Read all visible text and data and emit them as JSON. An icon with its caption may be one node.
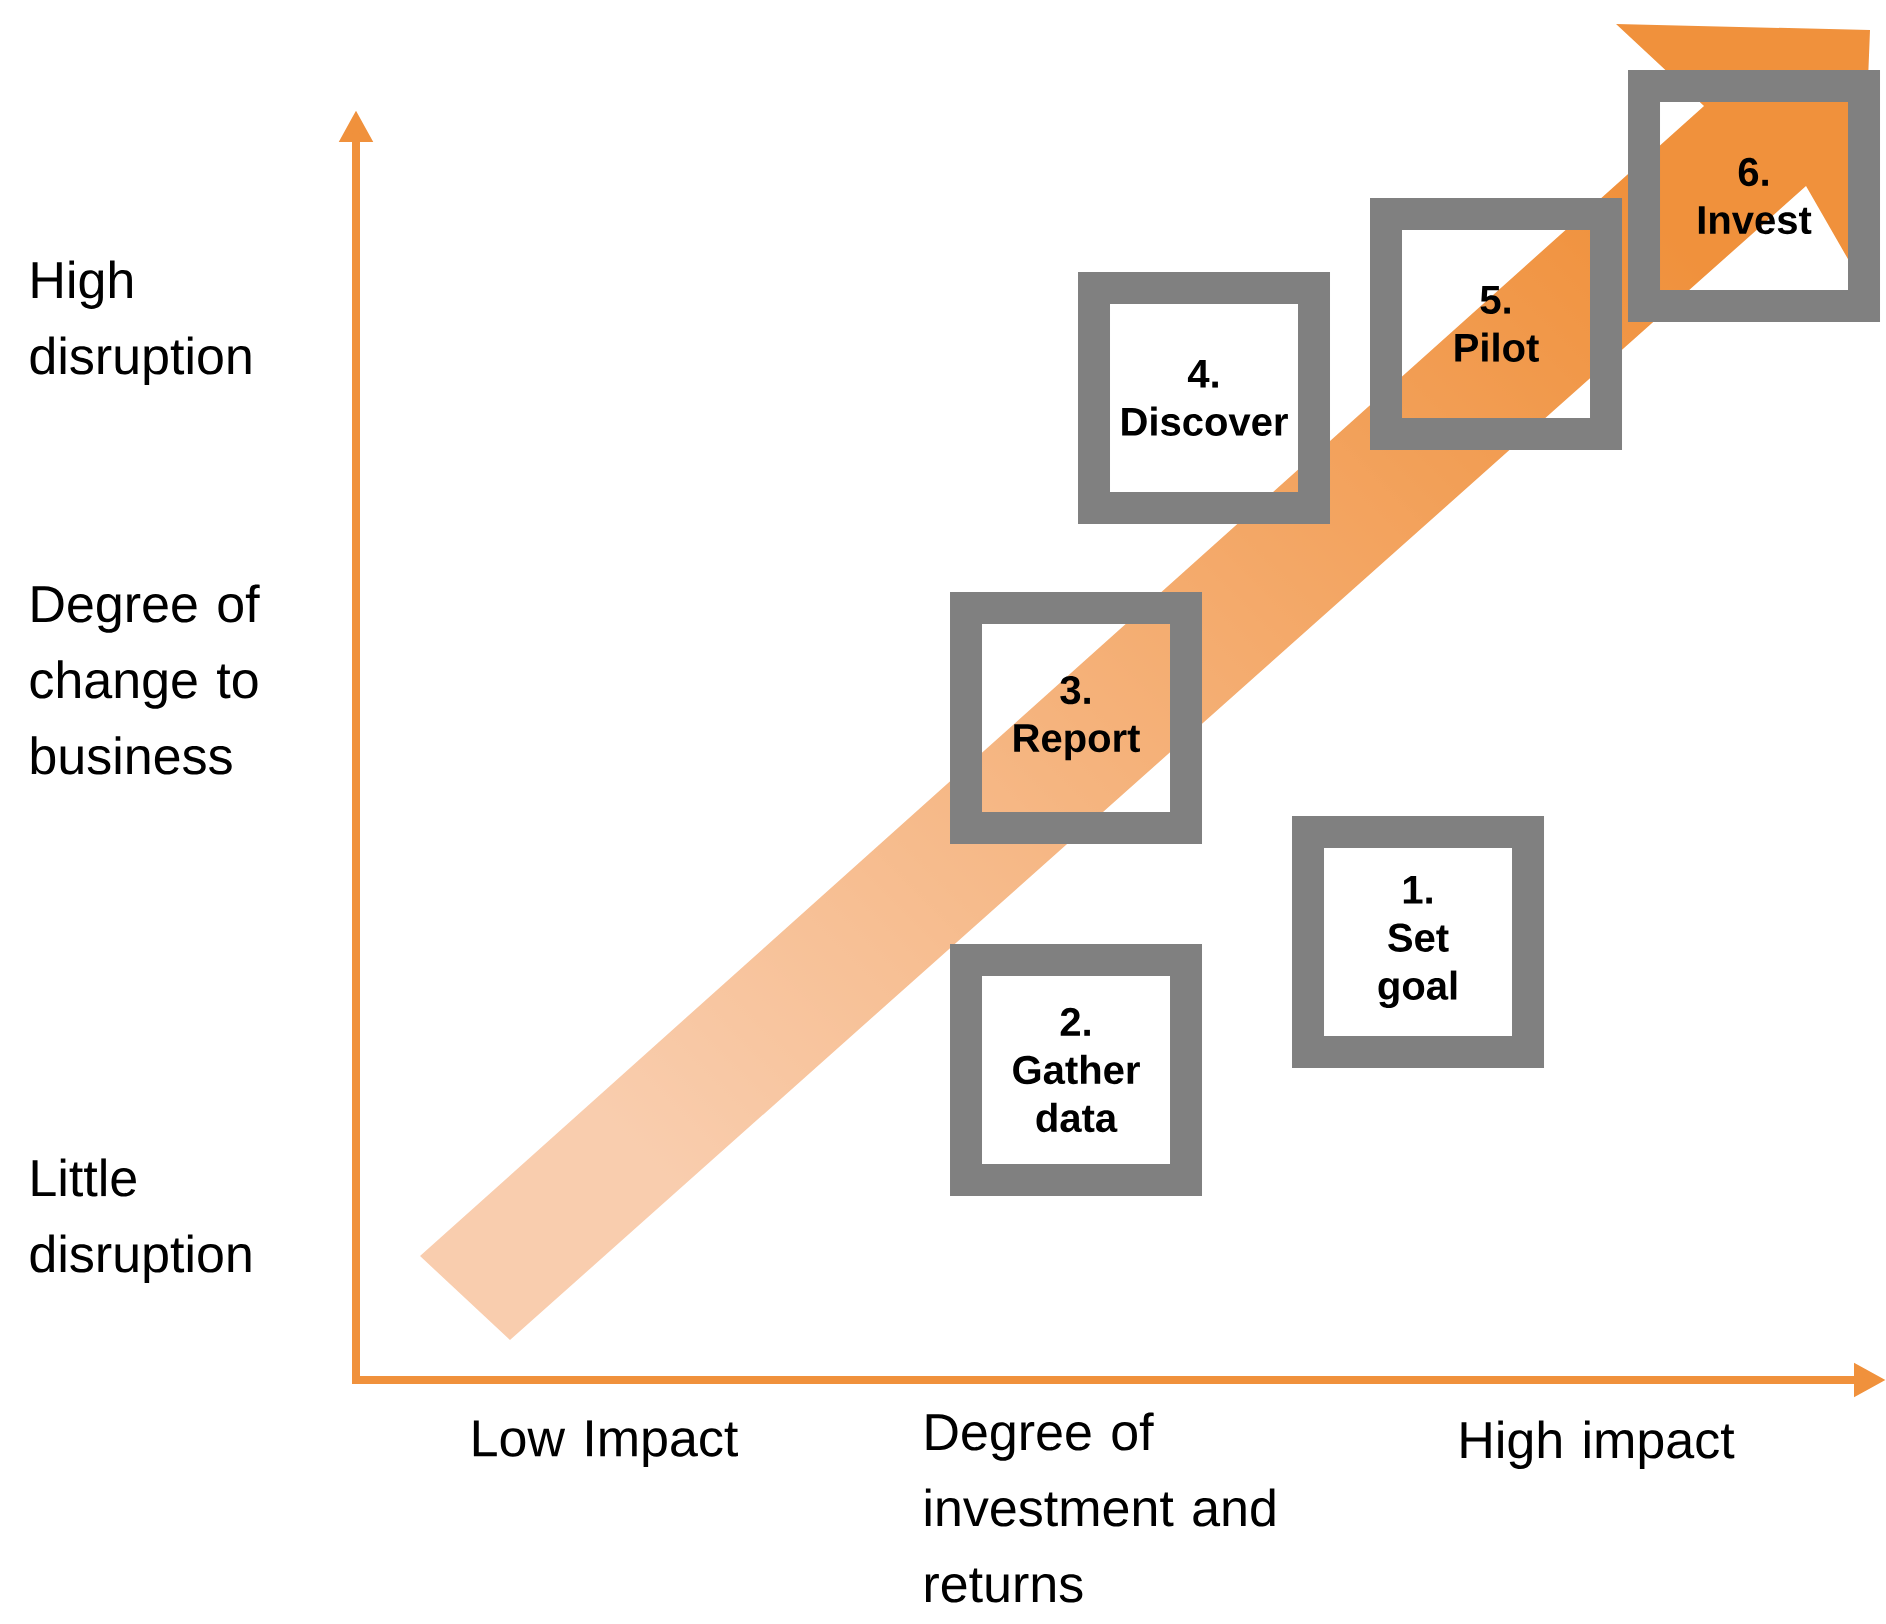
{
  "diagram": {
    "nodes": [
      {
        "text": [
          "1. Set goal"
        ]
      },
      {
        "text": [
          "2. Gather data"
        ]
      },
      {
        "text": [
          "3. Report"
        ]
      },
      {
        "text": [
          "4. Discover"
        ]
      },
      {
        "text": [
          "5. Pilot"
        ]
      },
      {
        "text": [
          "6. Invest"
        ]
      }
    ],
    "edges": [],
    "labels": [
      "High disruption",
      "Degree of change to business",
      "Little disruption",
      "Low Impact",
      "Degree of investment and returns",
      "High impact"
    ]
  }
}
